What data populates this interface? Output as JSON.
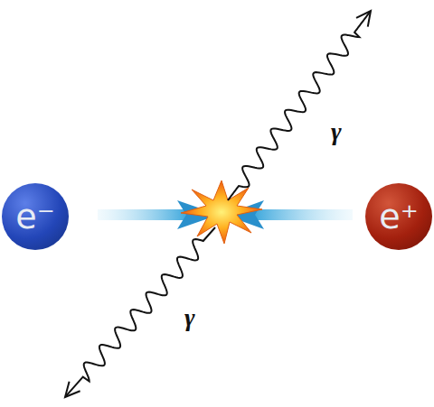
{
  "diagram": {
    "nodes": [
      {
        "text": [
          "e⁻"
        ]
      },
      {
        "text": [
          "e⁺"
        ]
      }
    ],
    "labels": [
      "γ",
      "γ"
    ]
  }
}
